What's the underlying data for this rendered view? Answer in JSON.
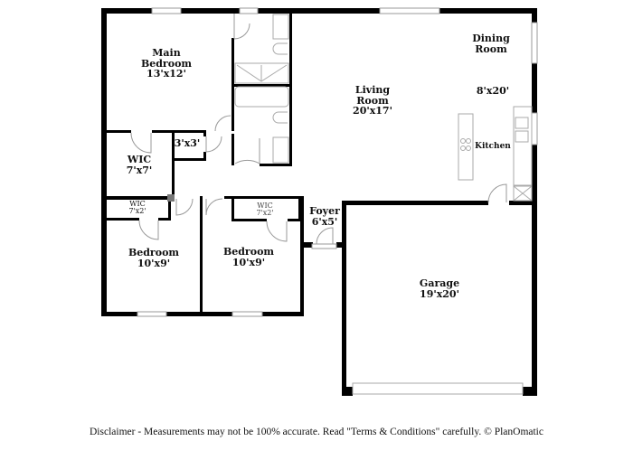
{
  "rooms": {
    "main_bedroom": {
      "name": "Main\nBedroom",
      "line1": "Main",
      "line2": "Bedroom",
      "size": "13'x12'"
    },
    "closet": {
      "size": "3'x3'"
    },
    "wic_main": {
      "name": "WIC",
      "size": "7'x7'"
    },
    "wic_bed1": {
      "name": "WIC",
      "size": "7'x2'"
    },
    "wic_bed2": {
      "name": "WIC",
      "size": "7'x2'"
    },
    "bedroom1": {
      "name": "Bedroom",
      "size": "10'x9'"
    },
    "bedroom2": {
      "name": "Bedroom",
      "size": "10'x9'"
    },
    "foyer": {
      "name": "Foyer",
      "size": "6'x5'"
    },
    "living": {
      "line1": "Living",
      "line2": "Room",
      "size": "20'x17'"
    },
    "dining": {
      "line1": "Dining",
      "line2": "Room",
      "size": "8'x20'"
    },
    "kitchen": {
      "name": "Kitchen"
    },
    "garage": {
      "name": "Garage",
      "size": "19'x20'"
    }
  },
  "disclaimer": "Disclaimer - Measurements may not be 100% accurate. Read \"Terms & Conditions\" carefully. © PlanOmatic",
  "colors": {
    "wall": "#000000",
    "fixture": "#999999"
  }
}
